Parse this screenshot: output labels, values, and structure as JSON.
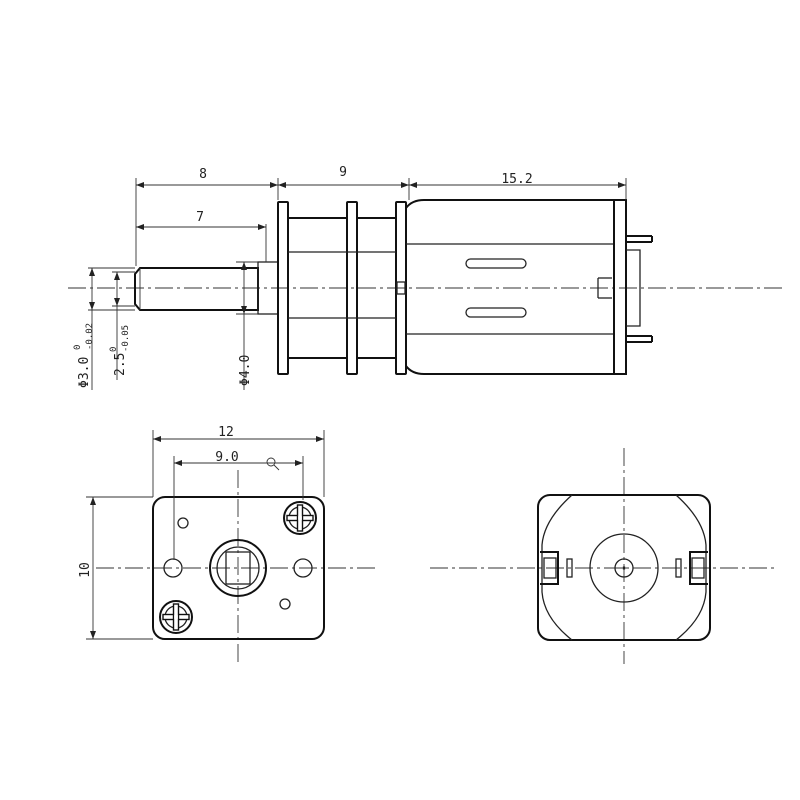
{
  "side_view": {
    "dim_top_output": "8",
    "dim_top_gearbox": "9",
    "dim_top_motor": "15.2",
    "dim_shaft_flat": "7",
    "dia_shaft_main": "Φ3.0",
    "dia_shaft_main_tol_upper": "0",
    "dia_shaft_main_tol_lower": "-0.02",
    "dia_shaft_flat_main": "2.5",
    "dia_shaft_flat_tol_upper": "0",
    "dia_shaft_flat_tol_lower": "-0.05",
    "dia_boss": "Φ4.0"
  },
  "front_view": {
    "dim_width": "12",
    "dim_hole_spacing": "9.0",
    "dim_height": "10"
  },
  "rear_view": {}
}
